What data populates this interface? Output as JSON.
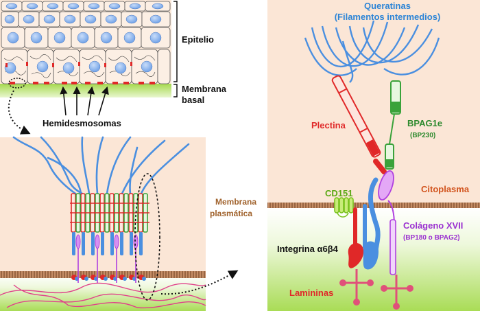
{
  "labels": {
    "epitelio": "Epitelio",
    "membrana_basal_1": "Membrana",
    "membrana_basal_2": "basal",
    "hemidesmosomas": "Hemidesmosomas",
    "queratinas_1": "Queratinas",
    "queratinas_2": "(Filamentos intermedios)",
    "plectina": "Plectina",
    "bpag1e": "BPAG1e",
    "bp230": "(BP230)",
    "cd151": "CD151",
    "citoplasma": "Citoplasma",
    "membrana_plasmatica_1": "Membrana",
    "membrana_plasmatica_2": "plasmática",
    "colageno": "Colágeno XVII",
    "bp180": "(BP180 o BPAG2)",
    "integrina": "Integrina α6β4",
    "lamininas": "Lamininas"
  },
  "colors": {
    "keratin": "#4a8fe0",
    "plectin": "#e02828",
    "bpag1e": "#3aa23a",
    "cd151": "#7ac21e",
    "collagen": "#b040e0",
    "laminin": "#e0507a",
    "cytoplasm": "#fbe6d6",
    "basal": "#a8dc52",
    "membrane": "#9a6040",
    "nucleus": "#8fb6ef"
  }
}
